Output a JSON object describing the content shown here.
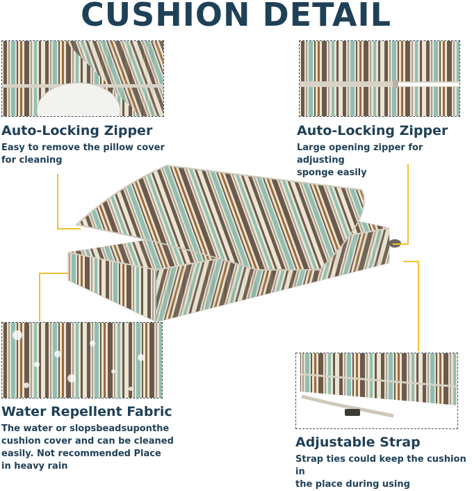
{
  "title": "CUSHION DETAIL",
  "features": [
    {
      "heading": "Auto-Locking Zipper",
      "description_lines": [
        "Easy to remove the pillow cover",
        "for cleaning"
      ]
    },
    {
      "heading": "Auto-Locking Zipper",
      "description_lines": [
        "Large opening zipper for adjusting",
        "sponge easily"
      ]
    },
    {
      "heading": "Water Repellent Fabric",
      "description_lines": [
        "The water or slopsbeadsuponthe",
        "cushion cover and can be cleaned",
        "easily. Not recommended Place",
        "in heavy rain"
      ]
    },
    {
      "heading": "Adjustable Strap",
      "description_lines": [
        "Strap ties could keep the cushion in",
        "the place during using"
      ]
    }
  ],
  "colors": {
    "title": "#1f4157",
    "text": "#1f4157",
    "connector_line": "#f2c12e",
    "stripe_cream": "#ece4d2",
    "stripe_brown": "#6b5a4c",
    "stripe_teal": "#8fbfb2",
    "stripe_gray": "#a79f93",
    "stripe_rust": "#9a6a3a"
  }
}
